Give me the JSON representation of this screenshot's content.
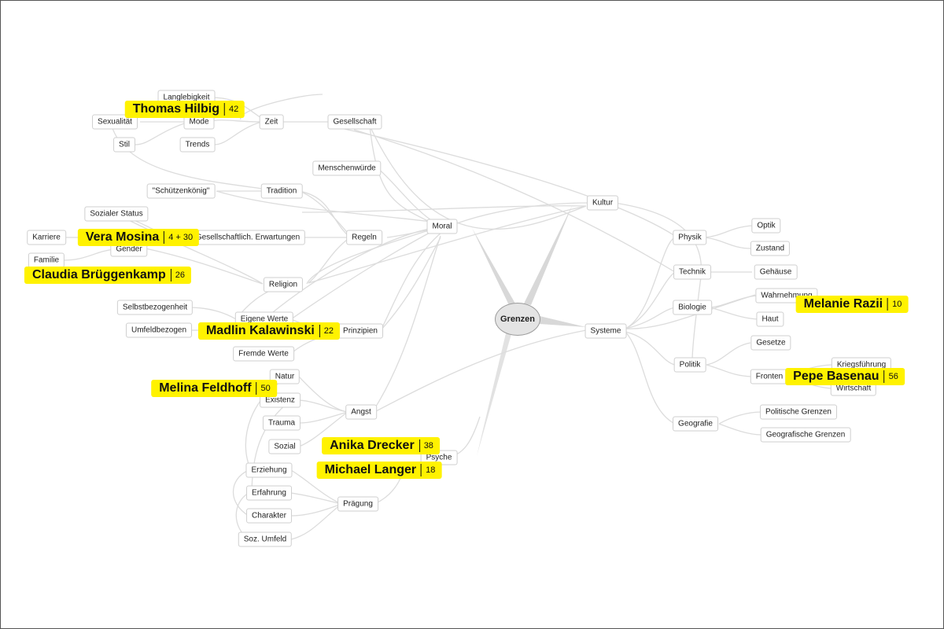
{
  "center": "Grenzen",
  "nodes": {
    "langlebigkeit": "Langlebigkeit",
    "sexualitaet": "Sexualität",
    "mode": "Mode",
    "zeit": "Zeit",
    "gesellschaft": "Gesellschaft",
    "stil": "Stil",
    "trends": "Trends",
    "menschenwuerde": "Menschenwürde",
    "schuetzenkoenig": "\"Schützenkönig\"",
    "tradition": "Tradition",
    "sozialer_status": "Sozialer Status",
    "karriere": "Karriere",
    "gesellschaftl_erwartungen": "Gesellschaftlich. Erwartungen",
    "regeln": "Regeln",
    "moral": "Moral",
    "gender": "Gender",
    "familie": "Familie",
    "religion": "Religion",
    "selbstbezogenheit": "Selbstbezogenheit",
    "eigene_werte": "Eigene Werte",
    "umfeldbezogen": "Umfeldbezogen",
    "prinzipien": "Prinzipien",
    "fremde_werte": "Fremde Werte",
    "natur": "Natur",
    "existenz": "Existenz",
    "angst": "Angst",
    "trauma": "Trauma",
    "sozial": "Sozial",
    "psyche": "Psyche",
    "erziehung": "Erziehung",
    "erfahrung": "Erfahrung",
    "praegung": "Prägung",
    "charakter": "Charakter",
    "soz_umfeld": "Soz. Umfeld",
    "kultur": "Kultur",
    "systeme": "Systeme",
    "physik": "Physik",
    "optik": "Optik",
    "zustand": "Zustand",
    "technik": "Technik",
    "gehaeuse": "Gehäuse",
    "biologie": "Biologie",
    "wahrnehmung": "Wahrnehmung",
    "haut": "Haut",
    "politik": "Politik",
    "gesetze": "Gesetze",
    "fronten": "Fronten",
    "kriegsfuehrung": "Kriegsführung",
    "wirtschaft": "Wirtschaft",
    "geografie": "Geografie",
    "politische_grenzen": "Politische Grenzen",
    "geografische_grenzen": "Geografische Grenzen"
  },
  "people": [
    {
      "name": "Thomas Hilbig",
      "count": "42"
    },
    {
      "name": "Vera Mosina",
      "count": "4 + 30"
    },
    {
      "name": "Claudia Brüggenkamp",
      "count": "26"
    },
    {
      "name": "Madlin Kalawinski",
      "count": "22"
    },
    {
      "name": "Melina Feldhoff",
      "count": "50"
    },
    {
      "name": "Anika Drecker",
      "count": "38"
    },
    {
      "name": "Michael Langer",
      "count": "18"
    },
    {
      "name": "Melanie Razii",
      "count": "10"
    },
    {
      "name": "Pepe Basenau",
      "count": "56"
    }
  ],
  "colors": {
    "highlight": "#fff200",
    "edge": "#dcdcdc",
    "node_border": "#cfcfcf",
    "center_fill": "#e4e4e4"
  }
}
